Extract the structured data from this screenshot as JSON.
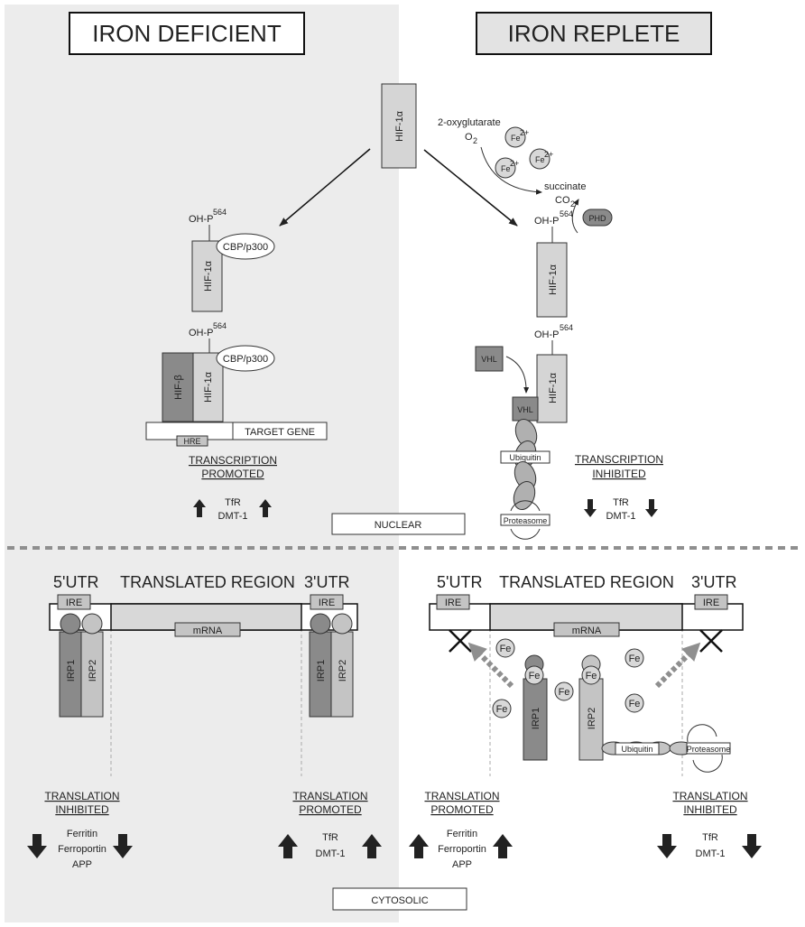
{
  "headers": {
    "iron_deficient": "IRON DEFICIENT",
    "iron_replete": "IRON REPLETE"
  },
  "compartments": {
    "nuclear": "NUCLEAR",
    "cytosolic": "CYTOSOLIC"
  },
  "nuclear": {
    "hif1a": "HIF-1α",
    "hif_beta": "HIF-β",
    "cbp": "CBP/p300",
    "oh_p": "OH-P",
    "p_sup": "564",
    "hre": "HRE",
    "target_gene": "TARGET GENE",
    "oxoglutarate": "2-oxyglutarate",
    "o2": "O",
    "o2_sub": "2",
    "succinate": "succinate",
    "co2": "CO",
    "co2_sub": "2",
    "fe2": "Fe",
    "fe2_sup": "2+",
    "phd": "PHD",
    "vhl": "VHL",
    "ubiquitin": "Ubiquitin",
    "proteasome": "Proteasome",
    "transcription_promoted": [
      "TRANSCRIPTION",
      "PROMOTED"
    ],
    "transcription_inhibited": [
      "TRANSCRIPTION",
      "INHIBITED"
    ],
    "genes": [
      "TfR",
      "DMT-1"
    ]
  },
  "cytosolic": {
    "utr5": "5'UTR",
    "translated": "TRANSLATED REGION",
    "utr3": "3'UTR",
    "ire": "IRE",
    "mrna": "mRNA",
    "irp1": "IRP1",
    "irp2": "IRP2",
    "fe": "Fe",
    "ubiquitin": "Ubiquitin",
    "proteasome": "Proteasome",
    "translation_inhibited": [
      "TRANSLATION",
      "INHIBITED"
    ],
    "translation_promoted": [
      "TRANSLATION",
      "PROMOTED"
    ],
    "ferritin_group": [
      "Ferritin",
      "Ferroportin",
      "APP"
    ],
    "tfr_group": [
      "TfR",
      "DMT-1"
    ]
  },
  "colors": {
    "panel": "#ececec",
    "dark": "#8a8a8a",
    "mid": "#c4c4c4",
    "light": "#d8d8d8",
    "arrow": "#222222",
    "dashed": "#8f8f8f"
  }
}
